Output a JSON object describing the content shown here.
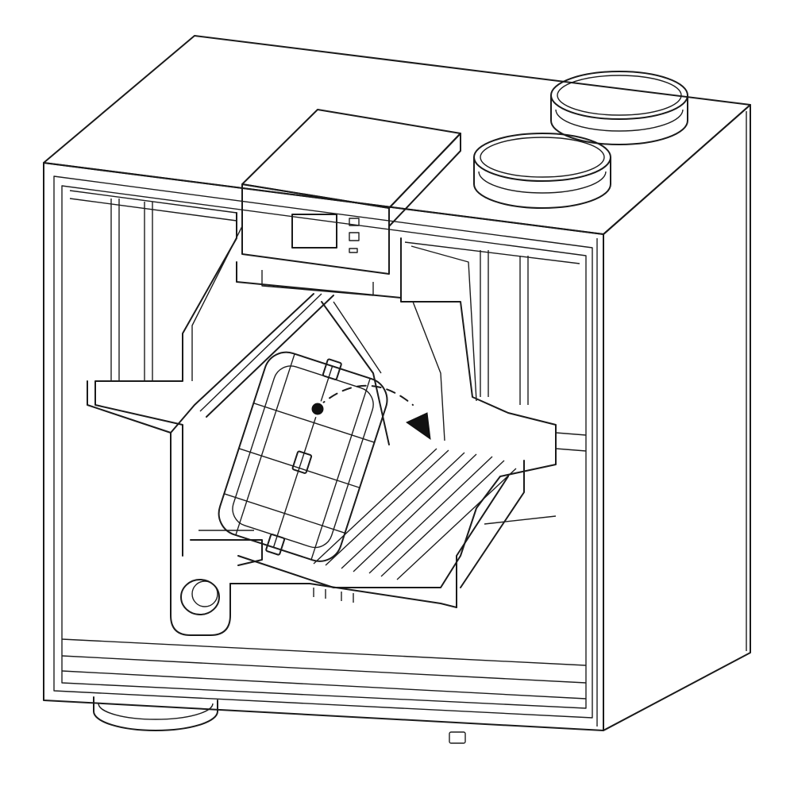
{
  "figure": {
    "subject": "heat-recovery-ventilation-unit",
    "view": "front-cover-removed",
    "highlighted_part": "heat-exchanger-cube",
    "action": "tilt-forward-and-remove",
    "colors": {
      "line": "#1a1a1a",
      "housing": "#f7f7f7",
      "interior": "#f3f3f3",
      "exchanger": "#c8c8c8",
      "spigot": "#e2e2e2",
      "arrow_line": "#111111",
      "arrow_start_dot": "#111111"
    },
    "icons": {
      "arrow": "curved-dashed-arrow",
      "control": "display-panel"
    }
  }
}
